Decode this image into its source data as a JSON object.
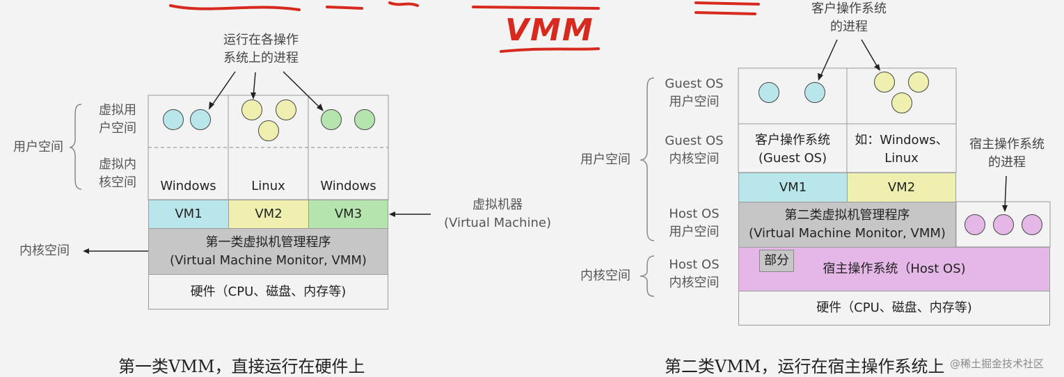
{
  "title": "VMM",
  "type1": {
    "process_callout": [
      "运行在各操作",
      "系统上的进程"
    ],
    "user_space": "用户空间",
    "virtual_user_space": [
      "虚拟用",
      "户空间"
    ],
    "virtual_kernel_space": [
      "虚拟内",
      "核空间"
    ],
    "kernel_space": "内核空间",
    "guest_os": [
      "Windows",
      "Linux",
      "Windows"
    ],
    "vms": [
      "VM1",
      "VM2",
      "VM3"
    ],
    "virtual_machine_label": [
      "虚拟机器",
      "(Virtual Machine)"
    ],
    "vmm": [
      "第一类虚拟机管理程序",
      "(Virtual Machine Monitor, VMM)"
    ],
    "hardware": "硬件（CPU、磁盘、内存等)",
    "caption": "第一类VMM，直接运行在硬件上"
  },
  "type2": {
    "guest_process_callout": [
      "客户操作系统",
      "的进程"
    ],
    "host_process_callout": [
      "宿主操作系统",
      "的进程"
    ],
    "guest_user_space": [
      "Guest OS",
      "用户空间"
    ],
    "guest_kernel_space": [
      "Guest OS",
      "内核空间"
    ],
    "host_user_space": [
      "Host OS",
      "用户空间"
    ],
    "host_kernel_space": [
      "Host OS",
      "内核空间"
    ],
    "user_space": "用户空间",
    "kernel_space": "内核空间",
    "guest_os_box": [
      "客户操作系统",
      "(Guest OS)"
    ],
    "guest_os_example": [
      "如：Windows、",
      "Linux"
    ],
    "vms": [
      "VM1",
      "VM2"
    ],
    "vmm": [
      "第二类虚拟机管理程序",
      "(Virtual Machine Monitor, VMM)"
    ],
    "partial": "部分",
    "host_os": "宿主操作系统（Host OS)",
    "hardware": "硬件（CPU、磁盘、内存等)",
    "caption": "第二类VMM，运行在宿主操作系统上"
  },
  "watermark": "@稀土掘金技术社区",
  "colors": {
    "cyan": "#b9e6ea",
    "yellow": "#eff0b0",
    "green": "#b6e4ae",
    "gray": "#c6c6c6",
    "pink": "#e4b7e7",
    "annotation_red": "#d8291f"
  }
}
